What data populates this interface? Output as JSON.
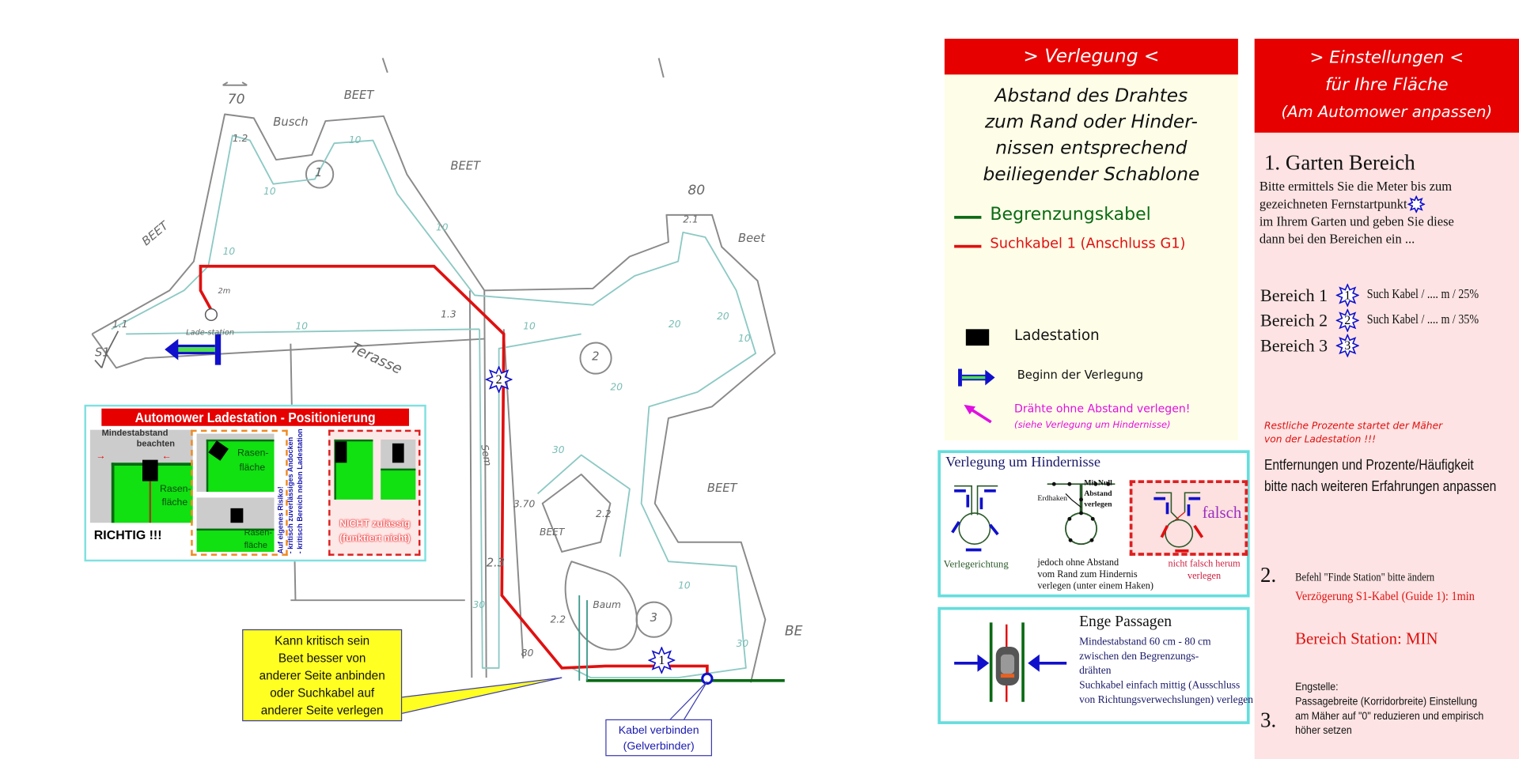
{
  "colors": {
    "red": "#e60000",
    "boundary": "#0a6a14",
    "guide": "#e01010",
    "blue": "#1010cc",
    "magenta": "#e010e0",
    "yellow_panel": "#fefee8",
    "pink_panel": "#fde3e3",
    "teal_border": "#66dddd"
  },
  "sketch": {
    "labels": [
      "70",
      "Busch",
      "BEET",
      "BEET",
      "BEET",
      "80",
      "Beet",
      "BEET",
      "Terasse",
      "BEET",
      "Baum",
      "BE",
      "Lade-station",
      "S1",
      "2m",
      "Sem"
    ],
    "areas": [
      "1",
      "2",
      "3",
      "1.1",
      "1.2",
      "1.3",
      "2.1",
      "2.2",
      "2.3",
      "2.2"
    ],
    "measures": [
      "10",
      "10",
      "10",
      "10",
      "10",
      "10",
      "20",
      "20",
      "20",
      "10",
      "30",
      "30",
      "3.70",
      "80",
      "30",
      "10"
    ],
    "stars": [
      "2",
      "1"
    ]
  },
  "ladestation_box": {
    "title": "Automower Ladestation - Positionierung",
    "min_distance": "Mindestabstand",
    "min_distance_2": "beachten",
    "lawn": "Rasen-",
    "lawn_2": "fläche",
    "correct": "RICHTIG !!!",
    "risk_1": "Auf eigenes Risiko!",
    "risk_2": "- kritisch zuverlässiges Andocken",
    "risk_3": "- kritisch Bereich neben Ladestation",
    "not_allowed_1": "NICHT zulässig",
    "not_allowed_2": "(funktiert nicht)"
  },
  "callout": {
    "lines": [
      "Kann kritisch sein",
      "Beet besser von",
      "anderer Seite anbinden",
      "oder Suchkabel auf",
      "anderer Seite verlegen"
    ]
  },
  "connector": {
    "line1": "Kabel verbinden",
    "line2": "(Gelverbinder)"
  },
  "verlegung": {
    "header": "> Verlegung <",
    "intro": [
      "Abstand des Drahtes",
      "zum Rand oder Hinder-",
      "nissen entsprechend",
      "beiliegender Schablone"
    ],
    "legend": {
      "boundary": "Begrenzungskabel",
      "guide": "Suchkabel 1 (Anschluss G1)",
      "station": "Ladestation",
      "start": "Beginn der Verlegung",
      "no_gap": "Drähte ohne Abstand verlegen!",
      "no_gap_note": "(siehe Verlegung um Hindernisse)"
    }
  },
  "hindernisse": {
    "title": "Verlegung um Hindernisse",
    "direction": "Verlegerichtung",
    "hook": "Erdhaken",
    "zero_1": "Mit Null",
    "zero_2": "Abstand",
    "zero_3": "verlegen",
    "note": [
      "jedoch ohne Abstand",
      "vom Rand zum Hindernis",
      "verlegen (unter einem Haken)"
    ],
    "wrong": "falsch",
    "wrong_note_1": "nicht falsch herum",
    "wrong_note_2": "verlegen"
  },
  "enge": {
    "title": "Enge Passagen",
    "lines": [
      "Mindestabstand 60 cm - 80 cm",
      "zwischen den Begrenzungs-",
      "drähten",
      "Suchkabel einfach mittig (Ausschluss",
      "von Richtungsverwechslungen) verlegen"
    ]
  },
  "einstellungen": {
    "header": [
      "> Einstellungen <",
      "für Ihre Fläche",
      "(Am Automower anpassen)"
    ],
    "s1_title": "1. Garten Bereich",
    "s1_text": [
      "Bitte ermittels Sie die Meter bis zum",
      "gezeichneten Fernstartpunkt",
      "im Ihrem Garten und geben Sie diese",
      "dann bei den Bereichen ein ..."
    ],
    "bereiche": [
      {
        "label": "Bereich 1",
        "star": "1",
        "value": "Such Kabel / .... m / 25%"
      },
      {
        "label": "Bereich 2",
        "star": "2",
        "value": "Such Kabel / .... m / 35%"
      },
      {
        "label": "Bereich 3",
        "star": "3",
        "value": ""
      }
    ],
    "rest": [
      "Restliche Prozente  startet der Mäher",
      "von der Ladestation !!!"
    ],
    "adjust": [
      "Entfernungen und Prozente/Häufigkeit",
      "bitte nach weiteren Erfahrungen anpassen"
    ],
    "s2_num": "2.",
    "s2_text": "Befehl \"Finde Station\" bitte ändern",
    "s2_red": "Verzögerung S1-Kabel (Guide 1): 1min",
    "station": "Bereich Station: MIN",
    "s3_num": "3.",
    "s3_lines": [
      "Engstelle:",
      "Passagebreite (Korridorbreite) Einstellung",
      "am Mäher auf \"0\" reduzieren und empirisch",
      "höher setzen"
    ]
  }
}
